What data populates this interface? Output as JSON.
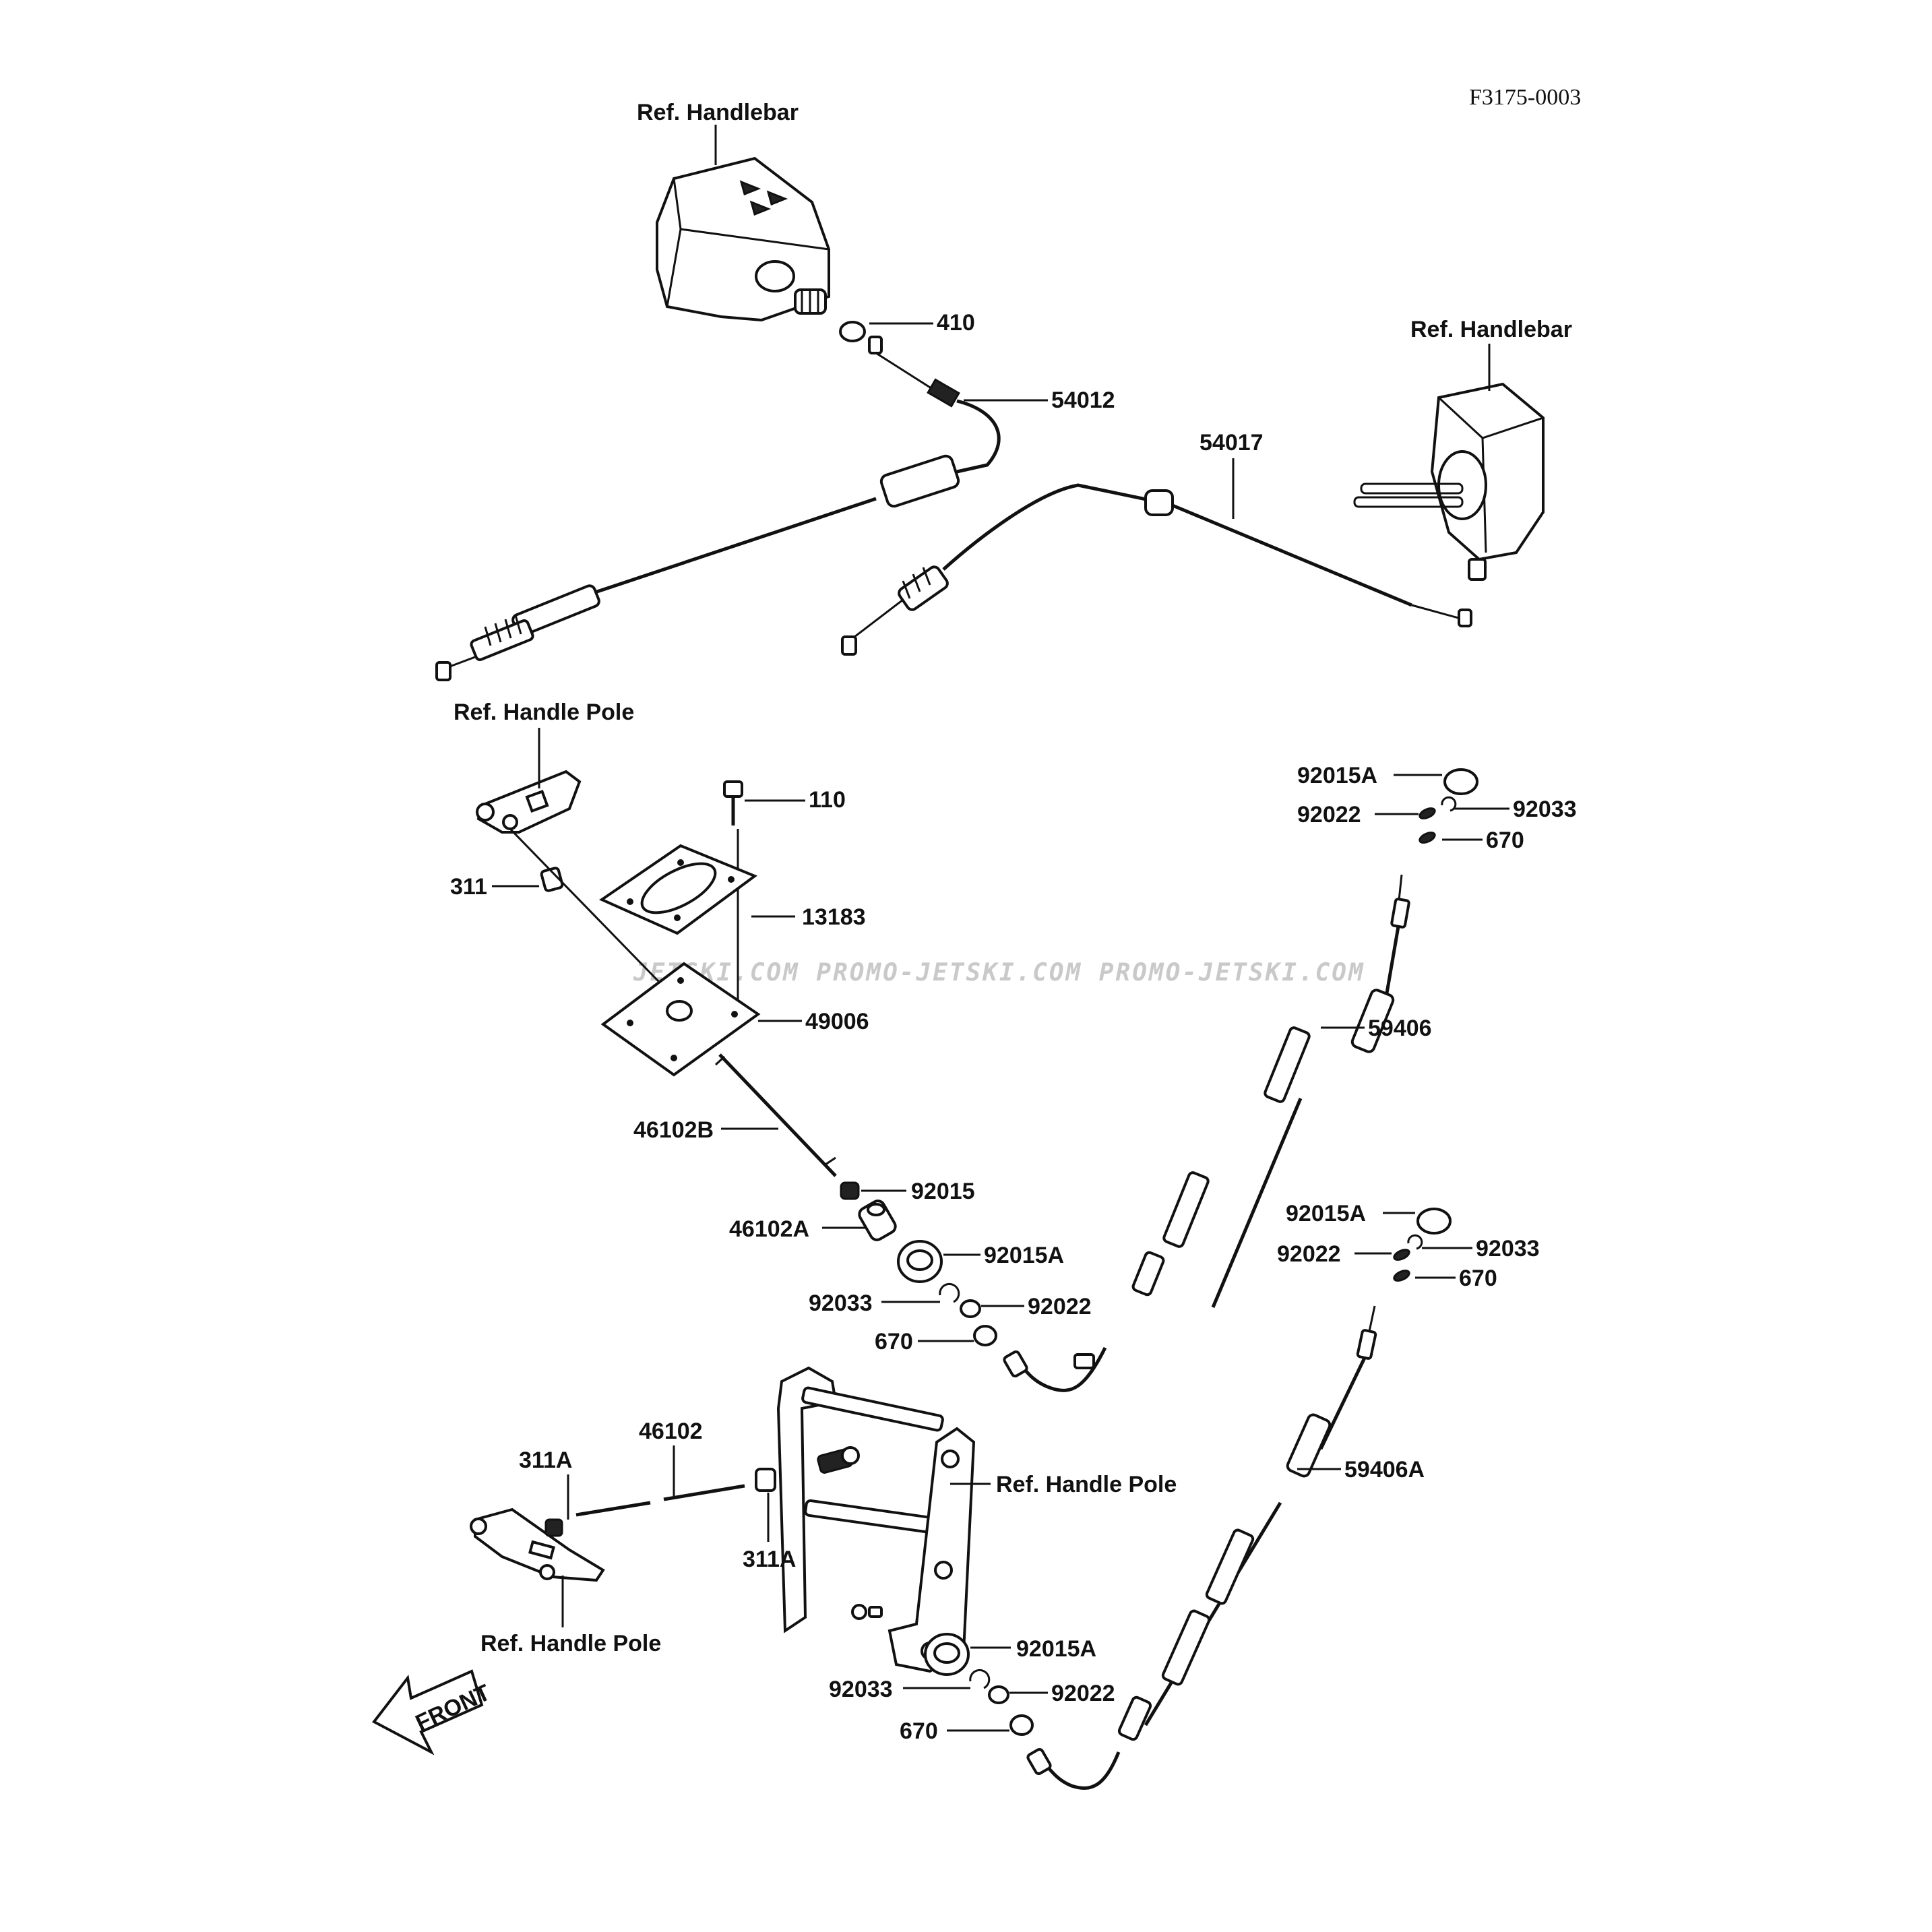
{
  "figure_id": "F3175-0003",
  "watermark": "JETSKI.COM  PROMO-JETSKI.COM  PROMO-JETSKI.COM",
  "front_arrow_text": "FRONT",
  "references": {
    "handlebar_left": "Ref. Handlebar",
    "handlebar_right": "Ref. Handlebar",
    "handle_pole_top": "Ref. Handle Pole",
    "handle_pole_bracket": "Ref. Handle Pole",
    "handle_pole_lever": "Ref. Handle Pole"
  },
  "parts": {
    "p410": "410",
    "p54012": "54012",
    "p54017": "54017",
    "p110": "110",
    "p311": "311",
    "p13183": "13183",
    "p49006": "49006",
    "p46102B": "46102B",
    "p92015_mid": "92015",
    "p46102A": "46102A",
    "p92015A_mid": "92015A",
    "p92033_mid": "92033",
    "p92022_mid": "92022",
    "p670_mid": "670",
    "p92015A_tr": "92015A",
    "p92022_tr": "92022",
    "p92033_tr": "92033",
    "p670_tr": "670",
    "p59406": "59406",
    "p92015A_r2": "92015A",
    "p92022_r2": "92022",
    "p92033_r2": "92033",
    "p670_r2": "670",
    "p59406A": "59406A",
    "p311A_left": "311A",
    "p46102": "46102",
    "p311A_right": "311A",
    "p92015A_bot": "92015A",
    "p92033_bot": "92033",
    "p92022_bot": "92022",
    "p670_bot": "670"
  }
}
